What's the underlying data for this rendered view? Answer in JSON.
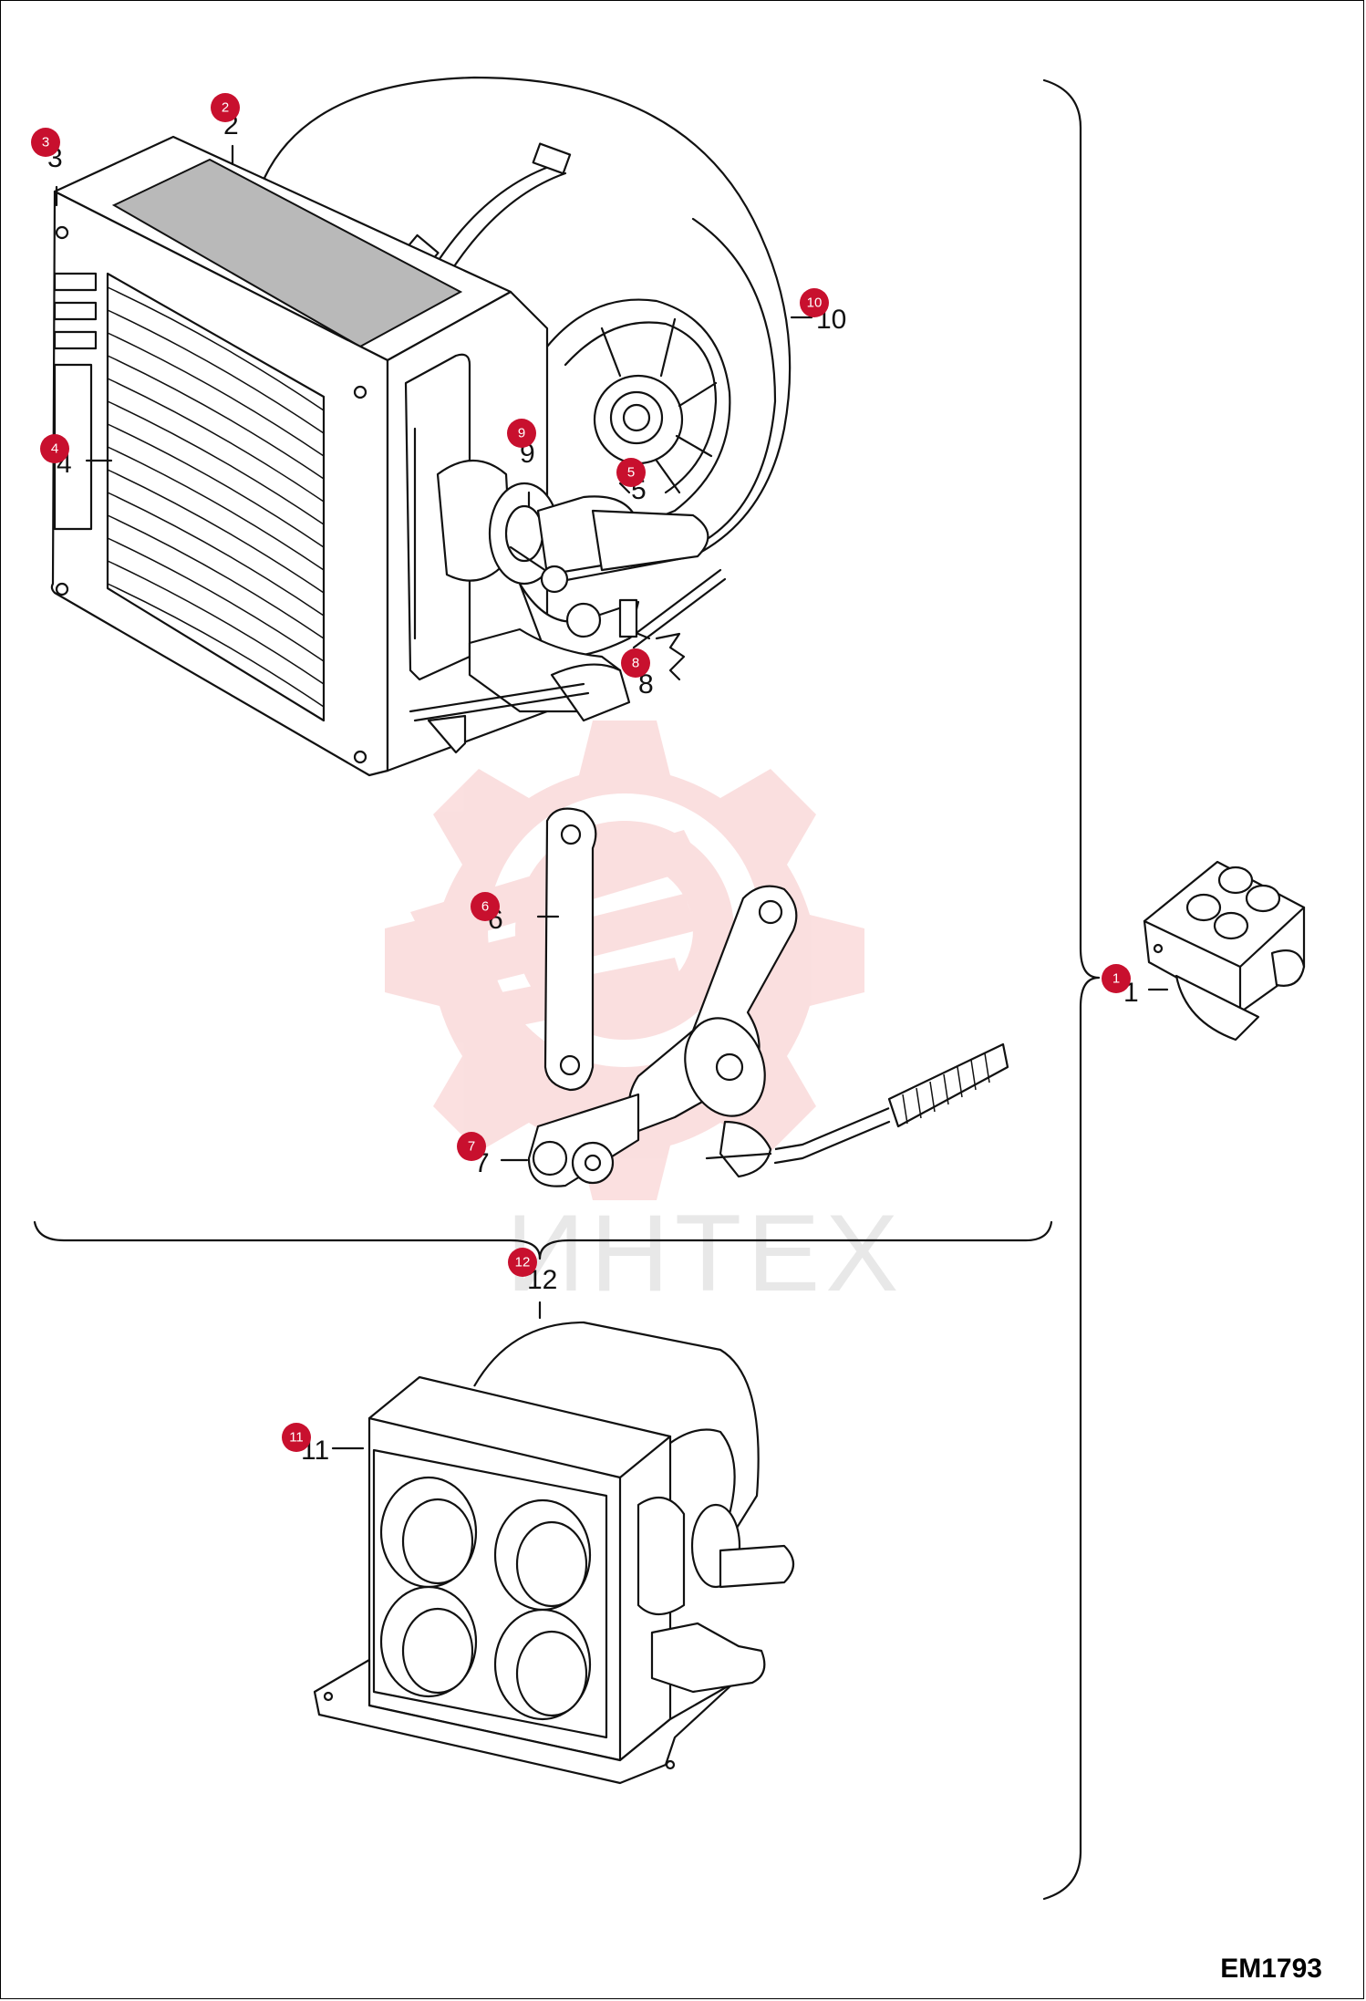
{
  "document": {
    "code": "EM1793",
    "watermark": "ИНТЕХ"
  },
  "colors": {
    "badge": "#c8102e",
    "watermark": "#f3b0b0",
    "line": "#111111"
  },
  "callouts": [
    {
      "id": "1",
      "label": "1"
    },
    {
      "id": "2",
      "label": "2"
    },
    {
      "id": "3",
      "label": "3"
    },
    {
      "id": "4",
      "label": "4"
    },
    {
      "id": "5",
      "label": "5"
    },
    {
      "id": "6",
      "label": "6"
    },
    {
      "id": "7",
      "label": "7"
    },
    {
      "id": "8",
      "label": "8"
    },
    {
      "id": "9",
      "label": "9"
    },
    {
      "id": "10",
      "label": "10"
    },
    {
      "id": "11",
      "label": "11"
    },
    {
      "id": "12",
      "label": "12"
    }
  ]
}
